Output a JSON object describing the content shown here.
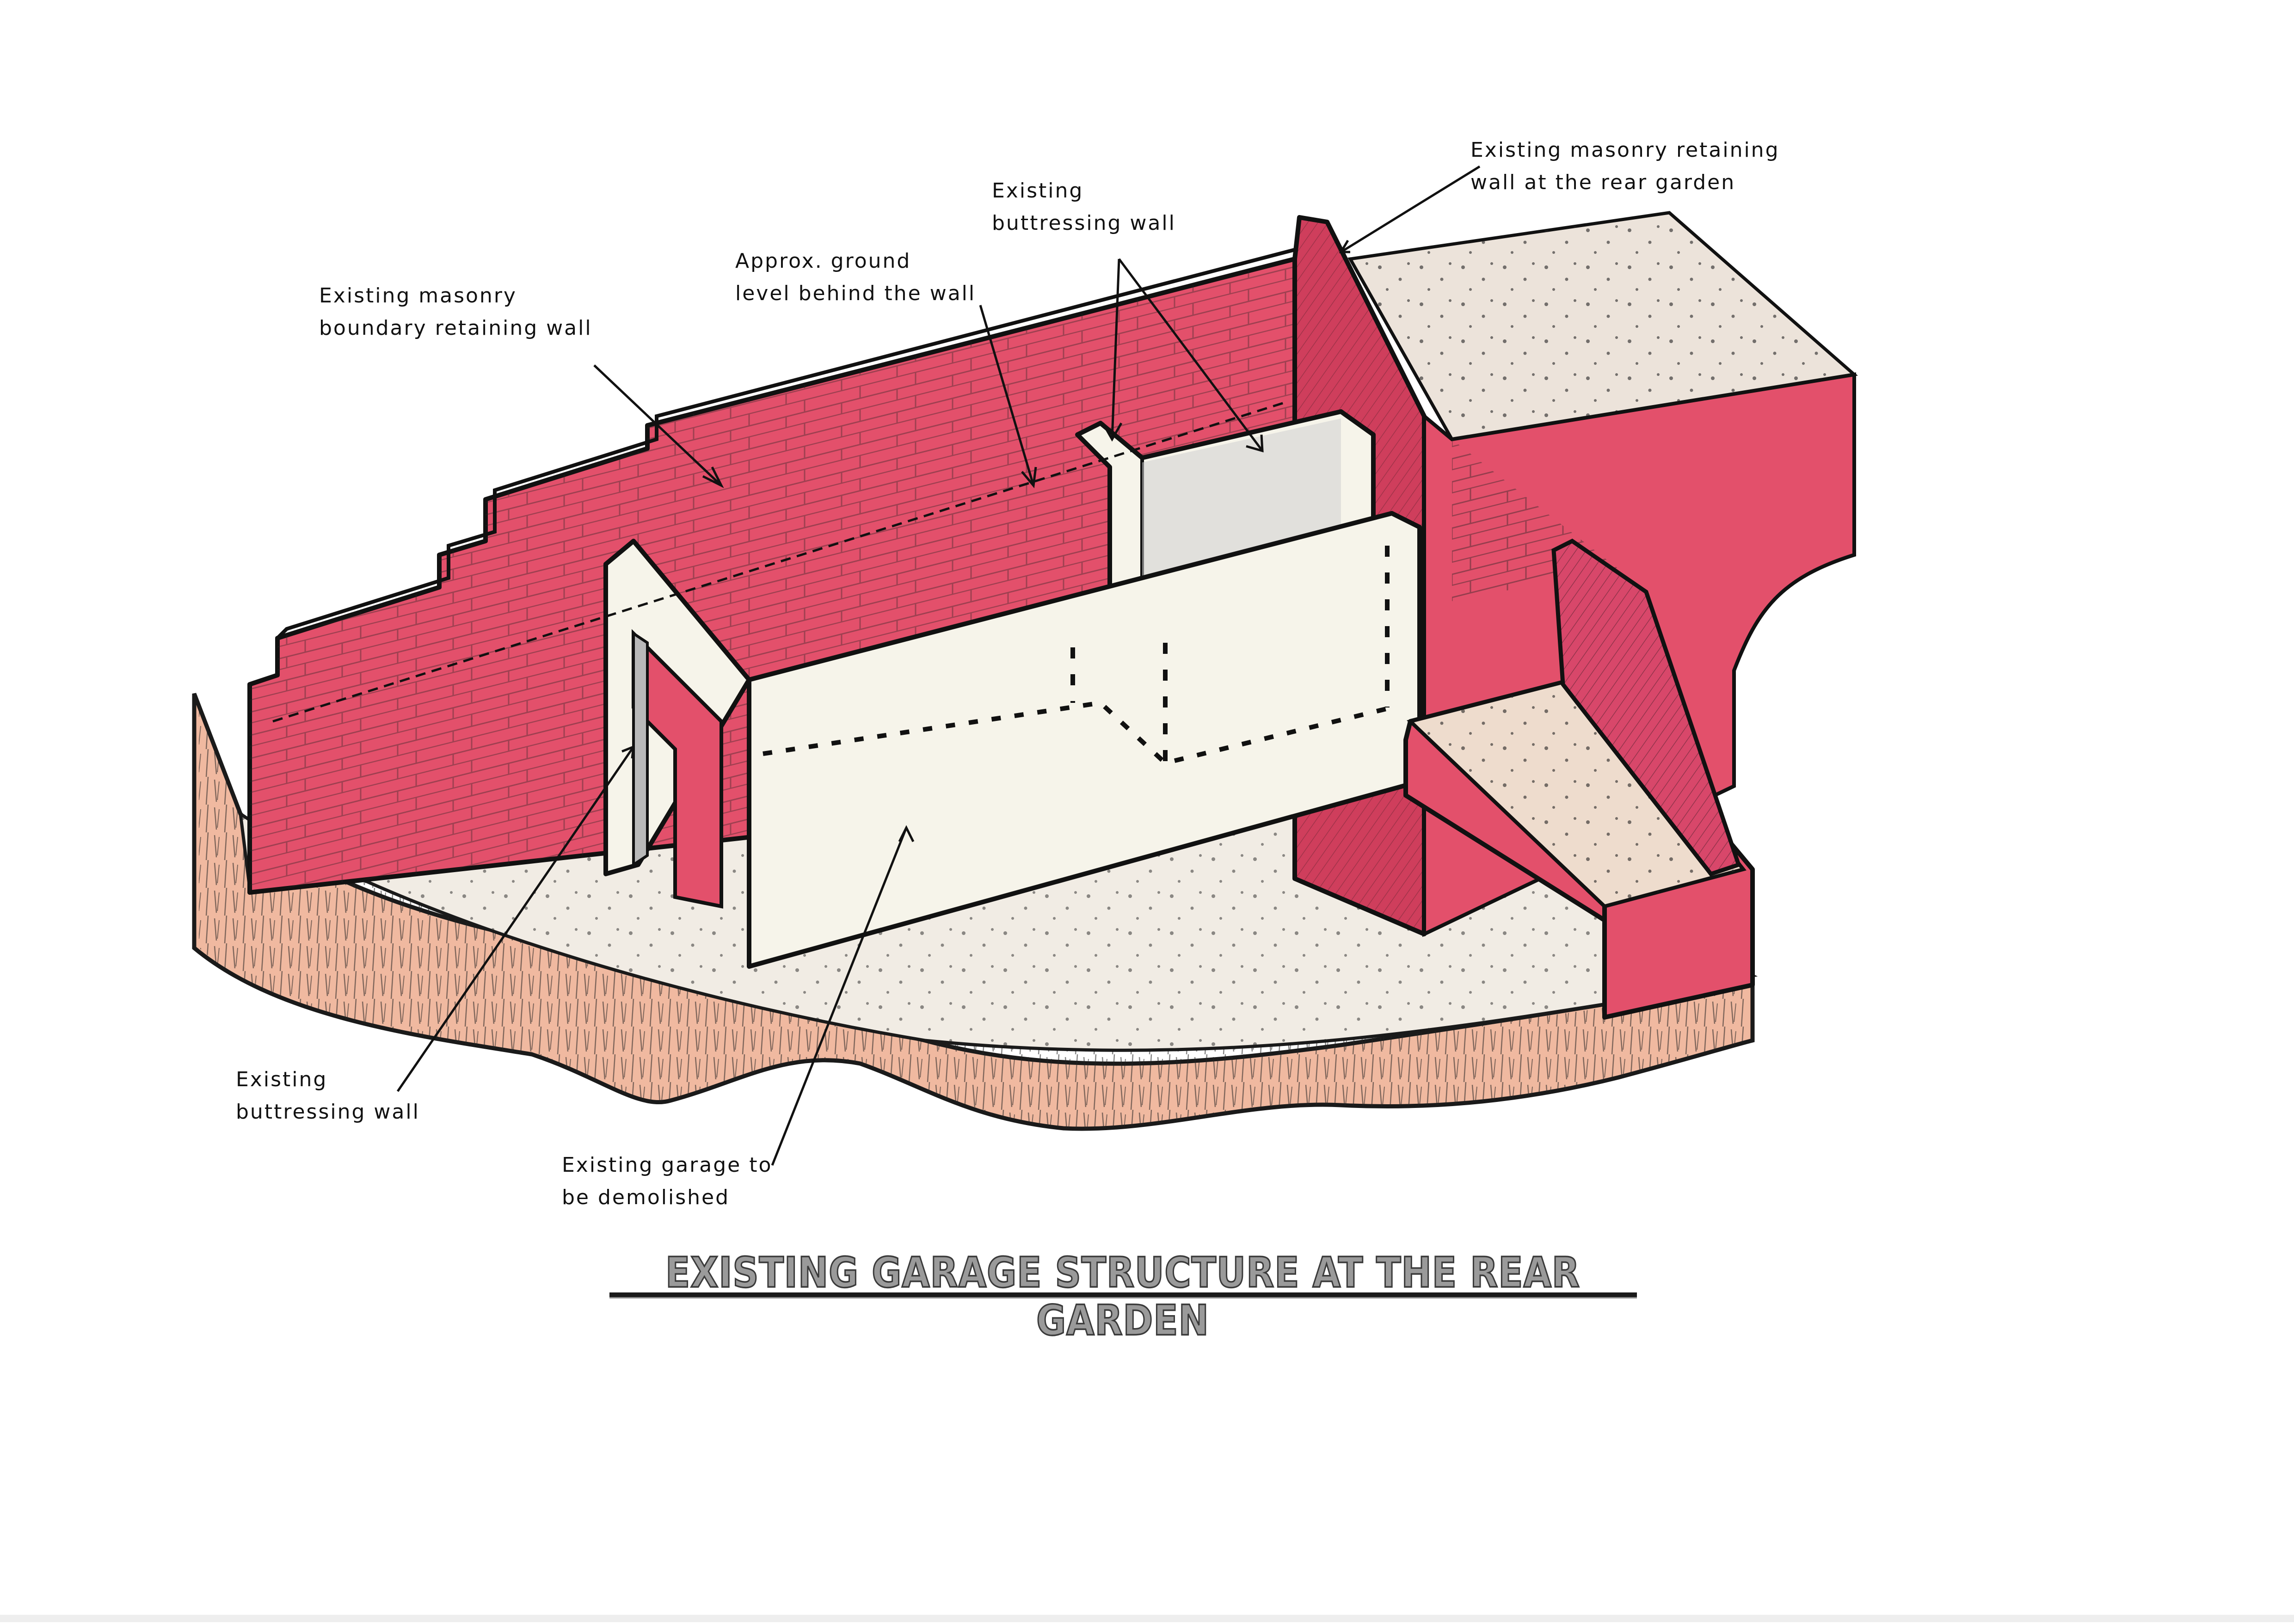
{
  "drawing": {
    "title": "EXISTING GARAGE STRUCTURE AT THE REAR GARDEN",
    "colors": {
      "brick_wall": "#e3506b",
      "brick_wall_dark": "#c23a57",
      "concrete_wall": "#f6f4ea",
      "concrete_shadow": "#c9c9c9",
      "ground_slab": "#f1ece4",
      "soil": "#f0b9a0",
      "garden_ground": "#ece3da",
      "ink": "#111111"
    }
  },
  "annotations": [
    {
      "id": "boundary-wall",
      "lines": [
        "Existing masonry",
        "boundary retaining wall"
      ]
    },
    {
      "id": "ground-level",
      "lines": [
        "Approx. ground",
        "level behind the wall"
      ]
    },
    {
      "id": "buttressing-wall-top",
      "lines": [
        "Existing",
        "buttressing wall"
      ]
    },
    {
      "id": "rear-garden-wall",
      "lines": [
        "Existing masonry retaining",
        "wall at the rear garden"
      ]
    },
    {
      "id": "buttressing-wall-bottom",
      "lines": [
        "Existing",
        "buttressing wall"
      ]
    },
    {
      "id": "garage",
      "lines": [
        "Existing garage to",
        "be demolished"
      ]
    }
  ]
}
